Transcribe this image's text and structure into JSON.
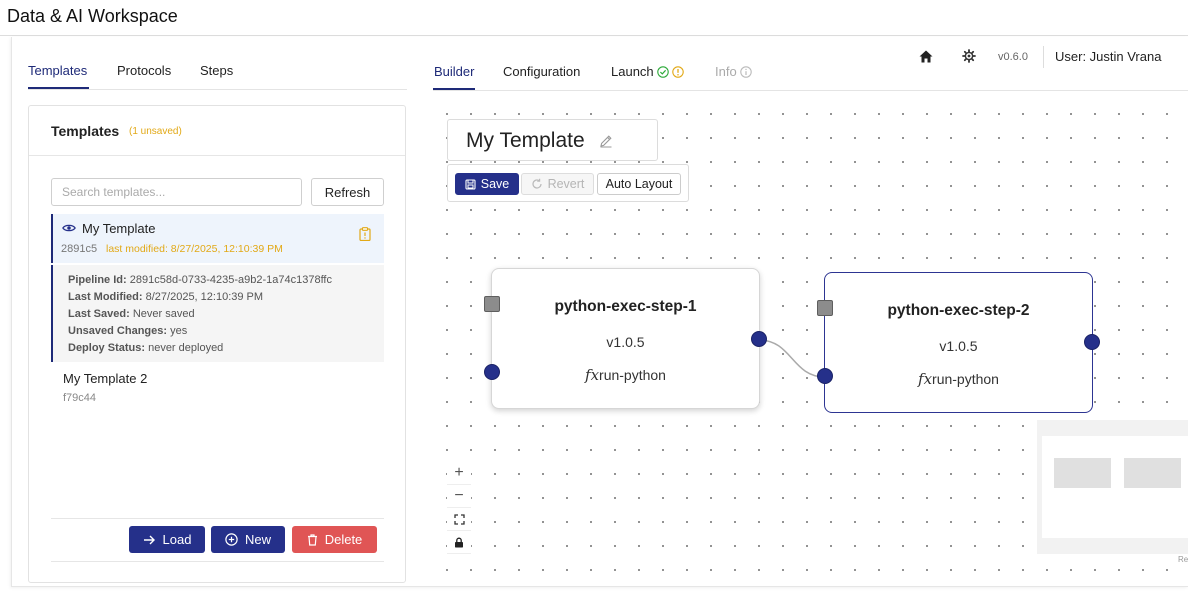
{
  "app": {
    "title": "Data & AI Workspace"
  },
  "left_tabs": {
    "templates": "Templates",
    "protocols": "Protocols",
    "steps": "Steps"
  },
  "templates_card": {
    "title": "Templates",
    "unsaved_badge": "(1 unsaved)",
    "search_placeholder": "Search templates...",
    "refresh_label": "Refresh",
    "selected": {
      "name": "My Template",
      "hash": "2891c5",
      "last_modified": "last modified: 8/27/2025, 12:10:39 PM",
      "details": {
        "pipeline_id_label": "Pipeline Id:",
        "pipeline_id": "2891c58d-0733-4235-a9b2-1a74c1378ffc",
        "last_modified_label": "Last Modified:",
        "last_modified": "8/27/2025, 12:10:39 PM",
        "last_saved_label": "Last Saved:",
        "last_saved": "Never saved",
        "unsaved_changes_label": "Unsaved Changes:",
        "unsaved_changes": "yes",
        "deploy_status_label": "Deploy Status:",
        "deploy_status": "never deployed"
      }
    },
    "other": {
      "name": "My Template 2",
      "hash": "f79c44"
    },
    "buttons": {
      "load": "Load",
      "new": "New",
      "delete": "Delete"
    }
  },
  "right_tabs": {
    "builder": "Builder",
    "configuration": "Configuration",
    "launch": "Launch",
    "info": "Info"
  },
  "header": {
    "version": "v0.6.0",
    "user": "User: Justin Vrana"
  },
  "builder": {
    "template_name": "My Template",
    "toolbar": {
      "save": "Save",
      "revert": "Revert",
      "auto_layout": "Auto Layout"
    },
    "nodes": [
      {
        "title": "python-exec-step-1",
        "version": "v1.0.5",
        "fx": "fx",
        "function": "run-python"
      },
      {
        "title": "python-exec-step-2",
        "version": "v1.0.5",
        "fx": "fx",
        "function": "run-python"
      }
    ],
    "zoom": {
      "plus": "+",
      "minus": "−"
    },
    "attribution": "Re"
  },
  "colors": {
    "primary": "#25308a",
    "danger": "#e05555",
    "warning": "#e2a917",
    "success": "#2eaa3a"
  }
}
